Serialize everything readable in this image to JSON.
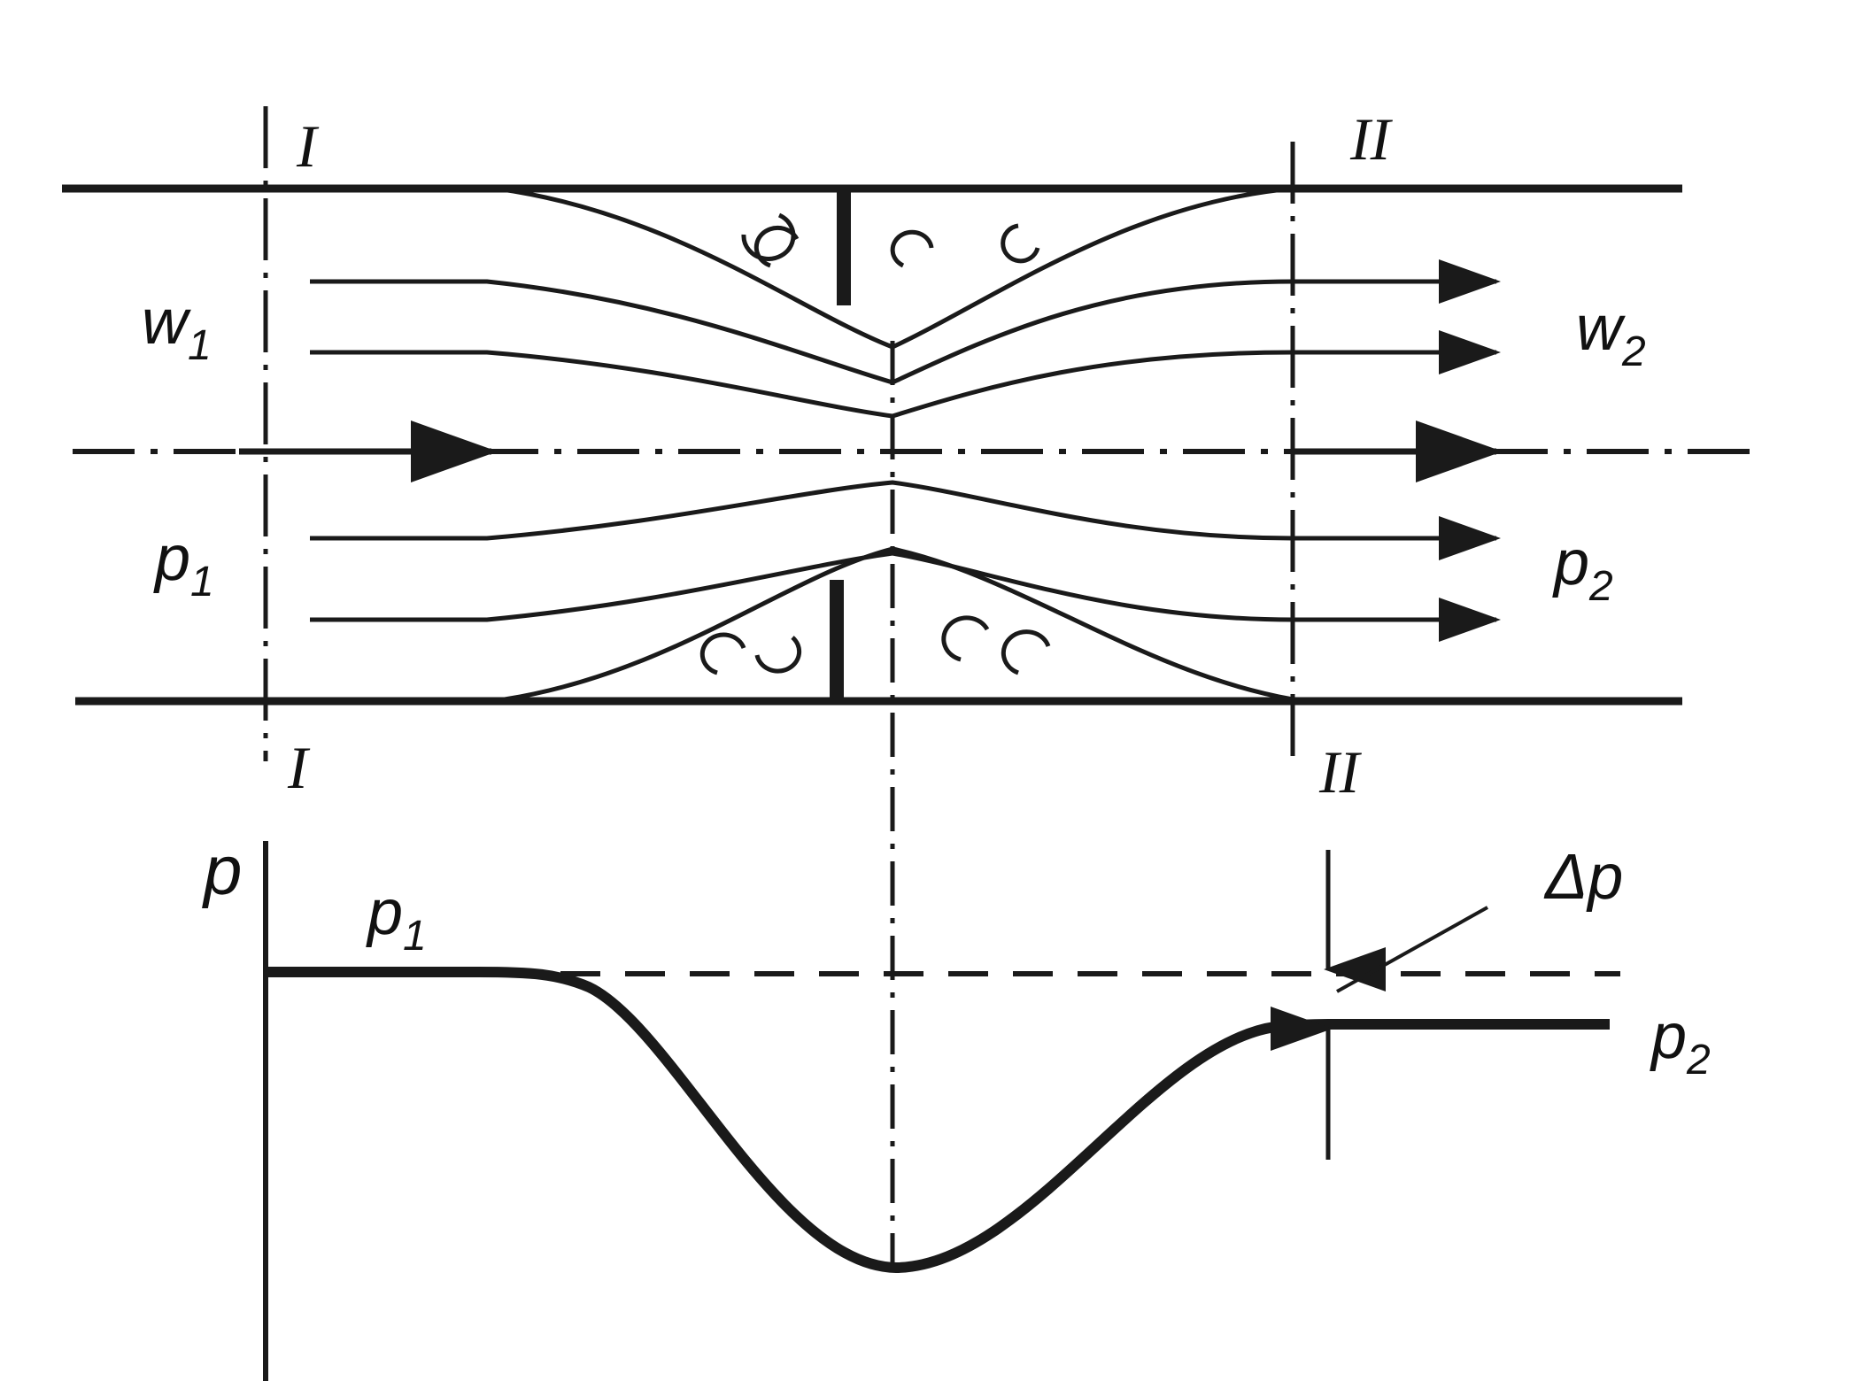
{
  "section_labels": {
    "top_left": "I",
    "bottom_left": "I",
    "top_right": "II",
    "bottom_right": "II"
  },
  "flow": {
    "inlet_velocity": "w",
    "inlet_velocity_sub": "1",
    "outlet_velocity": "w",
    "outlet_velocity_sub": "2",
    "inlet_pressure": "p",
    "inlet_pressure_sub": "1",
    "outlet_pressure": "p",
    "outlet_pressure_sub": "2"
  },
  "pressure_plot": {
    "axis_label": "p",
    "p1_label": "p",
    "p1_sub": "1",
    "p2_label": "p",
    "p2_sub": "2",
    "loss_label": "Δp"
  },
  "colors": {
    "ink": "#1a1a1a",
    "background": "#ffffff"
  }
}
